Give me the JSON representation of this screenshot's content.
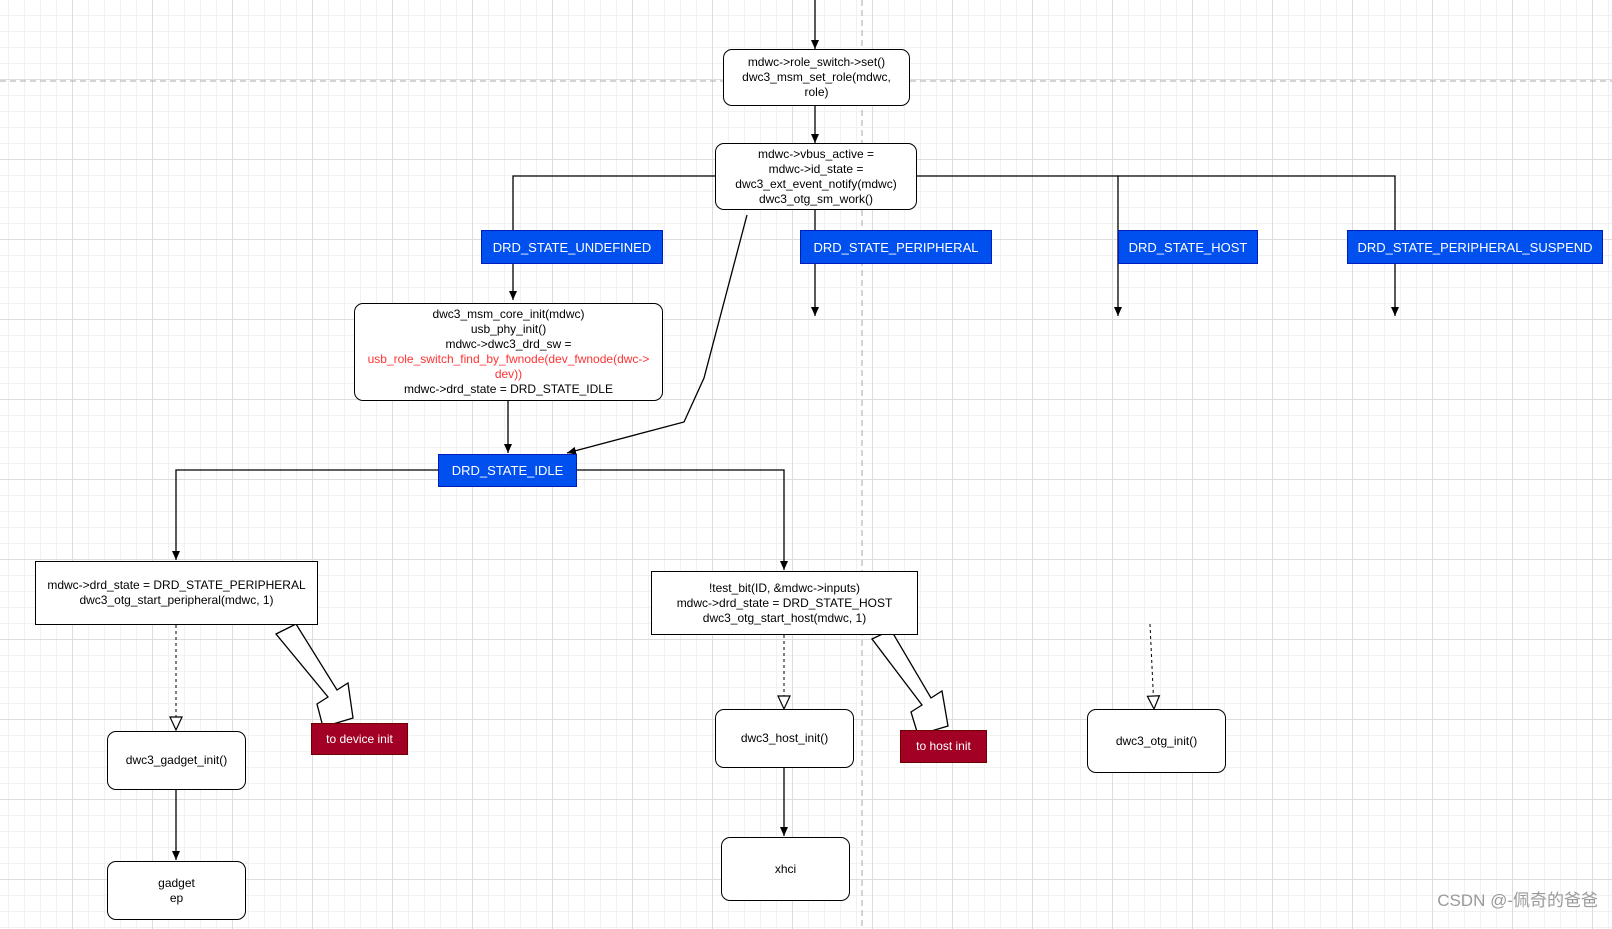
{
  "diagram": {
    "role_switch": {
      "lines": [
        "mdwc->role_switch->set()",
        "dwc3_msm_set_role(mdwc,",
        "role)"
      ]
    },
    "event_notify": {
      "lines": [
        "mdwc->vbus_active =",
        "mdwc->id_state =",
        "dwc3_ext_event_notify(mdwc)",
        "dwc3_otg_sm_work()"
      ]
    },
    "states": {
      "undefined": "DRD_STATE_UNDEFINED",
      "peripheral": "DRD_STATE_PERIPHERAL",
      "host": "DRD_STATE_HOST",
      "peripheral_suspend": "DRD_STATE_PERIPHERAL_SUSPEND",
      "idle": "DRD_STATE_IDLE"
    },
    "core_init": {
      "lines": [
        "dwc3_msm_core_init(mdwc)",
        "usb_phy_init()",
        "mdwc->dwc3_drd_sw ="
      ],
      "highlight": "usb_role_switch_find_by_fwnode(dev_fwnode(dwc->dev))",
      "last_line": "mdwc->drd_state = DRD_STATE_IDLE"
    },
    "start_peripheral": {
      "lines": [
        "mdwc->drd_state = DRD_STATE_PERIPHERAL",
        "dwc3_otg_start_peripheral(mdwc, 1)"
      ]
    },
    "start_host": {
      "lines": [
        "!test_bit(ID, &mdwc->inputs)",
        "mdwc->drd_state = DRD_STATE_HOST",
        "dwc3_otg_start_host(mdwc, 1)"
      ]
    },
    "gadget_init": "dwc3_gadget_init()",
    "gadget_ep": {
      "lines": [
        "gadget",
        "ep"
      ]
    },
    "host_init": "dwc3_host_init()",
    "xhci": "xhci",
    "otg_init": "dwc3_otg_init()",
    "to_device_init": "to device init",
    "to_host_init": "to host init"
  },
  "colors": {
    "state_fill": "#0050ef",
    "tag_fill": "#a20025",
    "highlight_text": "#ff3333",
    "edge": "#000000"
  },
  "watermark": "CSDN @-佩奇的爸爸"
}
